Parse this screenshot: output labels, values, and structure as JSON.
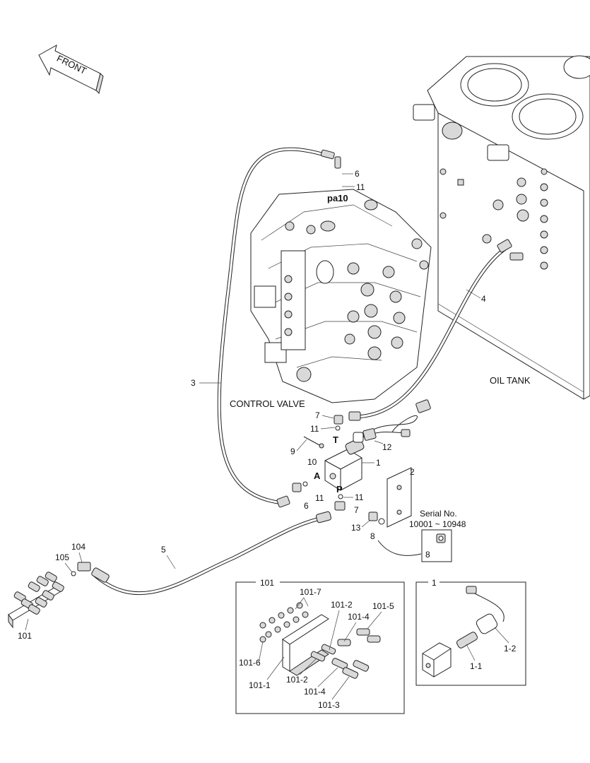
{
  "labels": {
    "front": "FRONT",
    "oil_tank": "OIL TANK",
    "control_valve": "CONTROL VALVE",
    "port_pa10": "pa10",
    "port_T": "T",
    "port_A": "A",
    "port_P": "P",
    "serial_title": "Serial No.",
    "serial_range": "10001 ~ 10948"
  },
  "callouts": {
    "c1": "1",
    "c2": "2",
    "c3": "3",
    "c4": "4",
    "c5": "5",
    "c6a": "6",
    "c6b": "6",
    "c7a": "7",
    "c7b": "7",
    "c8a": "8",
    "c8b": "8",
    "c9": "9",
    "c10": "10",
    "c11a": "11",
    "c11b": "11",
    "c11c": "11",
    "c11d": "11",
    "c12": "12",
    "c13": "13",
    "c101": "101",
    "c104": "104",
    "c105": "105"
  },
  "detail_101": {
    "title": "101",
    "l101_7": "101-7",
    "l101_2a": "101-2",
    "l101_4a": "101-4",
    "l101_5": "101-5",
    "l101_6": "101-6",
    "l101_1": "101-1",
    "l101_2b": "101-2",
    "l101_4b": "101-4",
    "l101_3": "101-3"
  },
  "detail_1": {
    "title": "1",
    "l1_1": "1-1",
    "l1_2": "1-2"
  }
}
